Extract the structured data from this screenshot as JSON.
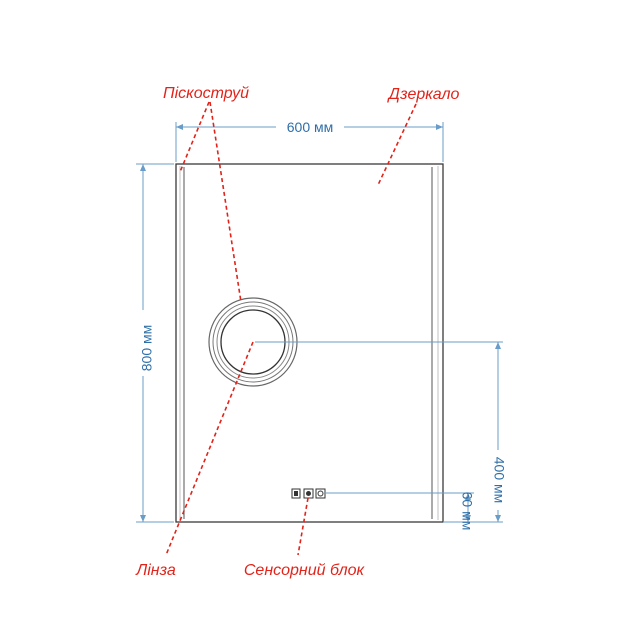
{
  "callouts": {
    "sandblast": "Піскоструй",
    "mirror": "Дзеркало",
    "lens": "Лінза",
    "sensor": "Сенсорний блок"
  },
  "dimensions": {
    "width": "600 мм",
    "height": "800 мм",
    "lens_offset": "400 мм",
    "sensor_offset": "60 мм"
  },
  "colors": {
    "callout": "#e2231a",
    "dimension": "#2f6fa8",
    "outline": "#3a3a3a"
  },
  "icons": [
    "sensor-button-icon",
    "sensor-button-icon",
    "sensor-button-icon"
  ]
}
